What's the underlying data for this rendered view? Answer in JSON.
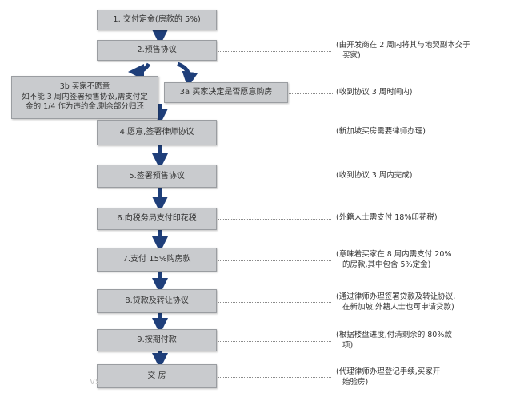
{
  "steps": {
    "s1": "1. 交付定金(房款的 5%)",
    "s2": "2.预售协议",
    "s3a": "3a 买家决定是否愿意购房",
    "s3b_line1": "3b 买家不愿意",
    "s3b_line2": "如不能 3 周内签署预售协议,需支付定",
    "s3b_line3": "金的 1/4 作为违约金,剩余部分归还",
    "s4": "4.愿意,签署律师协议",
    "s5": "5.签署预售协议",
    "s6": "6.向税务局支付印花税",
    "s7": "7.支付 15%购房款",
    "s8": "8.贷款及转让协议",
    "s9": "9.按期付款",
    "s10": "交  房"
  },
  "notes": {
    "n2_line1": "(由开发商在 2 周内将其与地契副本交于",
    "n2_line2": "买家)",
    "n3a": "(收到协议 3 周时间内)",
    "n4": "(新加坡买房需要律师办理)",
    "n5": "(收到协议 3 周内完成)",
    "n6": "(外籍人士需支付 18%印花税)",
    "n7_line1": "(意味着买家在 8 周内需支付 20%",
    "n7_line2": "的房款,其中包含 5%定金)",
    "n8_line1": "(通过律师办理签署贷款及转让协议,",
    "n8_line2": "在新加坡,外籍人士也可申请贷款)",
    "n9_line1": "(根据楼盘进度,付清剩余的 80%款",
    "n9_line2": "项)",
    "n10_line1": "(代理律师办理登记手续,买家开",
    "n10_line2": "始验房)"
  },
  "watermark": "vs",
  "colors": {
    "box": "#c9cbce",
    "arrow": "#1f3f7a",
    "dots": "#8a8a8a"
  }
}
